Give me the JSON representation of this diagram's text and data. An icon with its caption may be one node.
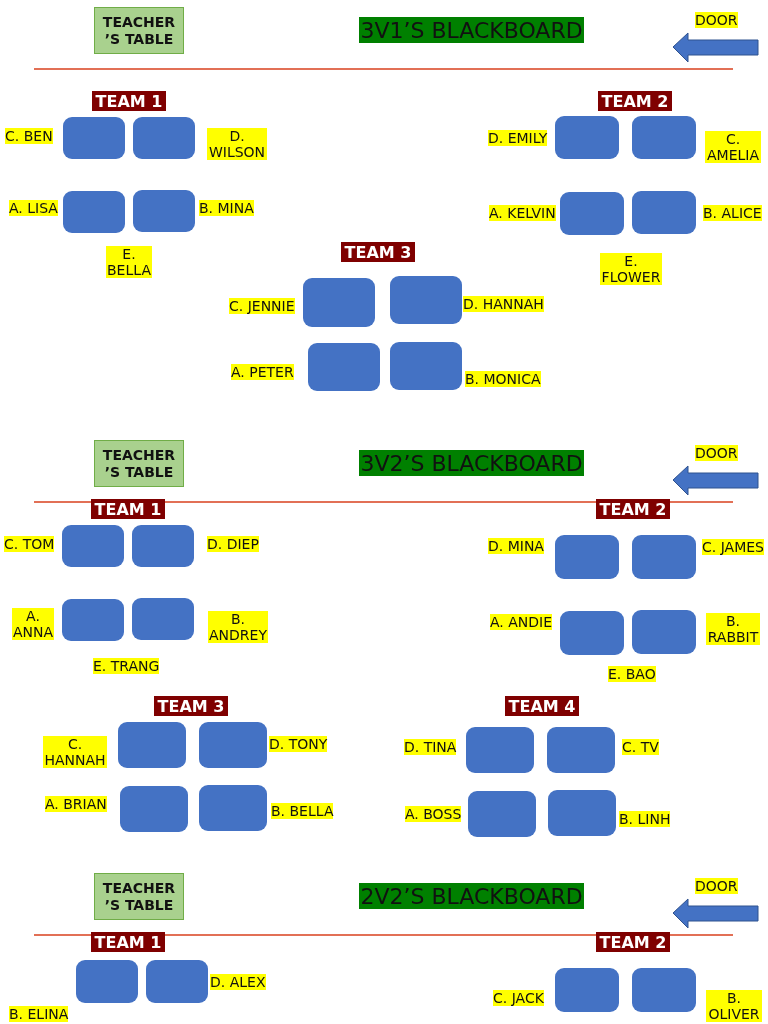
{
  "diagram": {
    "nodes": [
      {
        "text": [
          "TEACHER ’S TABLE"
        ]
      },
      {
        "text": [
          "3V1’S BLACKBOARD"
        ]
      },
      {
        "text": [
          "TEAM 1"
        ]
      },
      {
        "text": [
          "TEAM 2"
        ]
      },
      {
        "text": [],
        "shape": "box",
        "beside": [
          "C. BEN"
        ]
      },
      {
        "text": [],
        "shape": "box",
        "beside": [
          "D. WILSON"
        ]
      },
      {
        "text": [],
        "shape": "box",
        "beside": [
          "A. LISA"
        ]
      },
      {
        "text": [],
        "shape": "box",
        "beside": [
          "B. MINA"
        ]
      },
      {
        "text": [],
        "shape": "box",
        "beside": [
          "D. EMILY"
        ]
      },
      {
        "text": [],
        "shape": "box",
        "beside": [
          "C. AMELIA"
        ]
      },
      {
        "text": [],
        "shape": "box",
        "beside": [
          "A. KELVIN"
        ]
      },
      {
        "text": [],
        "shape": "box",
        "beside": [
          "B. ALICE"
        ]
      },
      {
        "text": [
          "TEAM 3"
        ]
      },
      {
        "text": [],
        "shape": "box",
        "beside": [
          "C. JENNIE"
        ]
      },
      {
        "text": [],
        "shape": "box",
        "beside": [
          "D. HANNAH"
        ]
      },
      {
        "text": [],
        "shape": "box",
        "beside": [
          "A. PETER"
        ]
      },
      {
        "text": [],
        "shape": "box",
        "beside": [
          "B. MONICA"
        ]
      },
      {
        "text": [
          "TEACHER ’S TABLE"
        ]
      },
      {
        "text": [
          "3V2’S BLACKBOARD"
        ]
      },
      {
        "text": [
          "TEAM 1"
        ]
      },
      {
        "text": [
          "TEAM 2"
        ]
      },
      {
        "text": [],
        "shape": "box",
        "beside": [
          "C. TOM"
        ]
      },
      {
        "text": [],
        "shape": "box",
        "beside": [
          "D. DIEP"
        ]
      },
      {
        "text": [],
        "shape": "box",
        "beside": [
          "A. ANNA"
        ]
      },
      {
        "text": [],
        "shape": "box",
        "beside": [
          "B. ANDREY"
        ]
      },
      {
        "text": [],
        "shape": "box",
        "beside": [
          "D. MINA"
        ]
      },
      {
        "text": [],
        "shape": "box",
        "beside": [
          "C. JAMES"
        ]
      },
      {
        "text": [],
        "shape": "box",
        "beside": [
          "A. ANDIE"
        ]
      },
      {
        "text": [],
        "shape": "box",
        "beside": [
          "B. RABBIT"
        ]
      },
      {
        "text": [
          "TEAM 3"
        ]
      },
      {
        "text": [
          "TEAM 4"
        ]
      },
      {
        "text": [],
        "shape": "box",
        "beside": [
          "C. HANNAH"
        ]
      },
      {
        "text": [],
        "shape": "box",
        "beside": [
          "D. TONY"
        ]
      },
      {
        "text": [],
        "shape": "box",
        "beside": [
          "A. BRIAN"
        ]
      },
      {
        "text": [],
        "shape": "box",
        "beside": [
          "B. BELLA"
        ]
      },
      {
        "text": [],
        "shape": "box",
        "beside": [
          "D. TINA"
        ]
      },
      {
        "text": [],
        "shape": "box",
        "beside": [
          "C. TV"
        ]
      },
      {
        "text": [],
        "shape": "box",
        "beside": [
          "A. BOSS"
        ]
      },
      {
        "text": [],
        "shape": "box",
        "beside": [
          "B. LINH"
        ]
      },
      {
        "text": [
          "TEACHER ’S TABLE"
        ]
      },
      {
        "text": [
          "2V2’S BLACKBOARD"
        ]
      },
      {
        "text": [
          "TEAM 1"
        ]
      },
      {
        "text": [
          "TEAM 2"
        ]
      },
      {
        "text": [],
        "shape": "box"
      },
      {
        "text": [],
        "shape": "box",
        "beside": [
          "D. ALEX"
        ]
      },
      {
        "text": [],
        "shape": "box",
        "beside": [
          "C. JACK"
        ]
      },
      {
        "text": [],
        "shape": "box",
        "beside": [
          "B. OLIVER"
        ]
      }
    ],
    "labels": [
      "DOOR",
      "E. BELLA",
      "E. FLOWER",
      "DOOR",
      "E. TRANG",
      "E. BAO",
      "DOOR",
      "B. ELINA"
    ]
  }
}
